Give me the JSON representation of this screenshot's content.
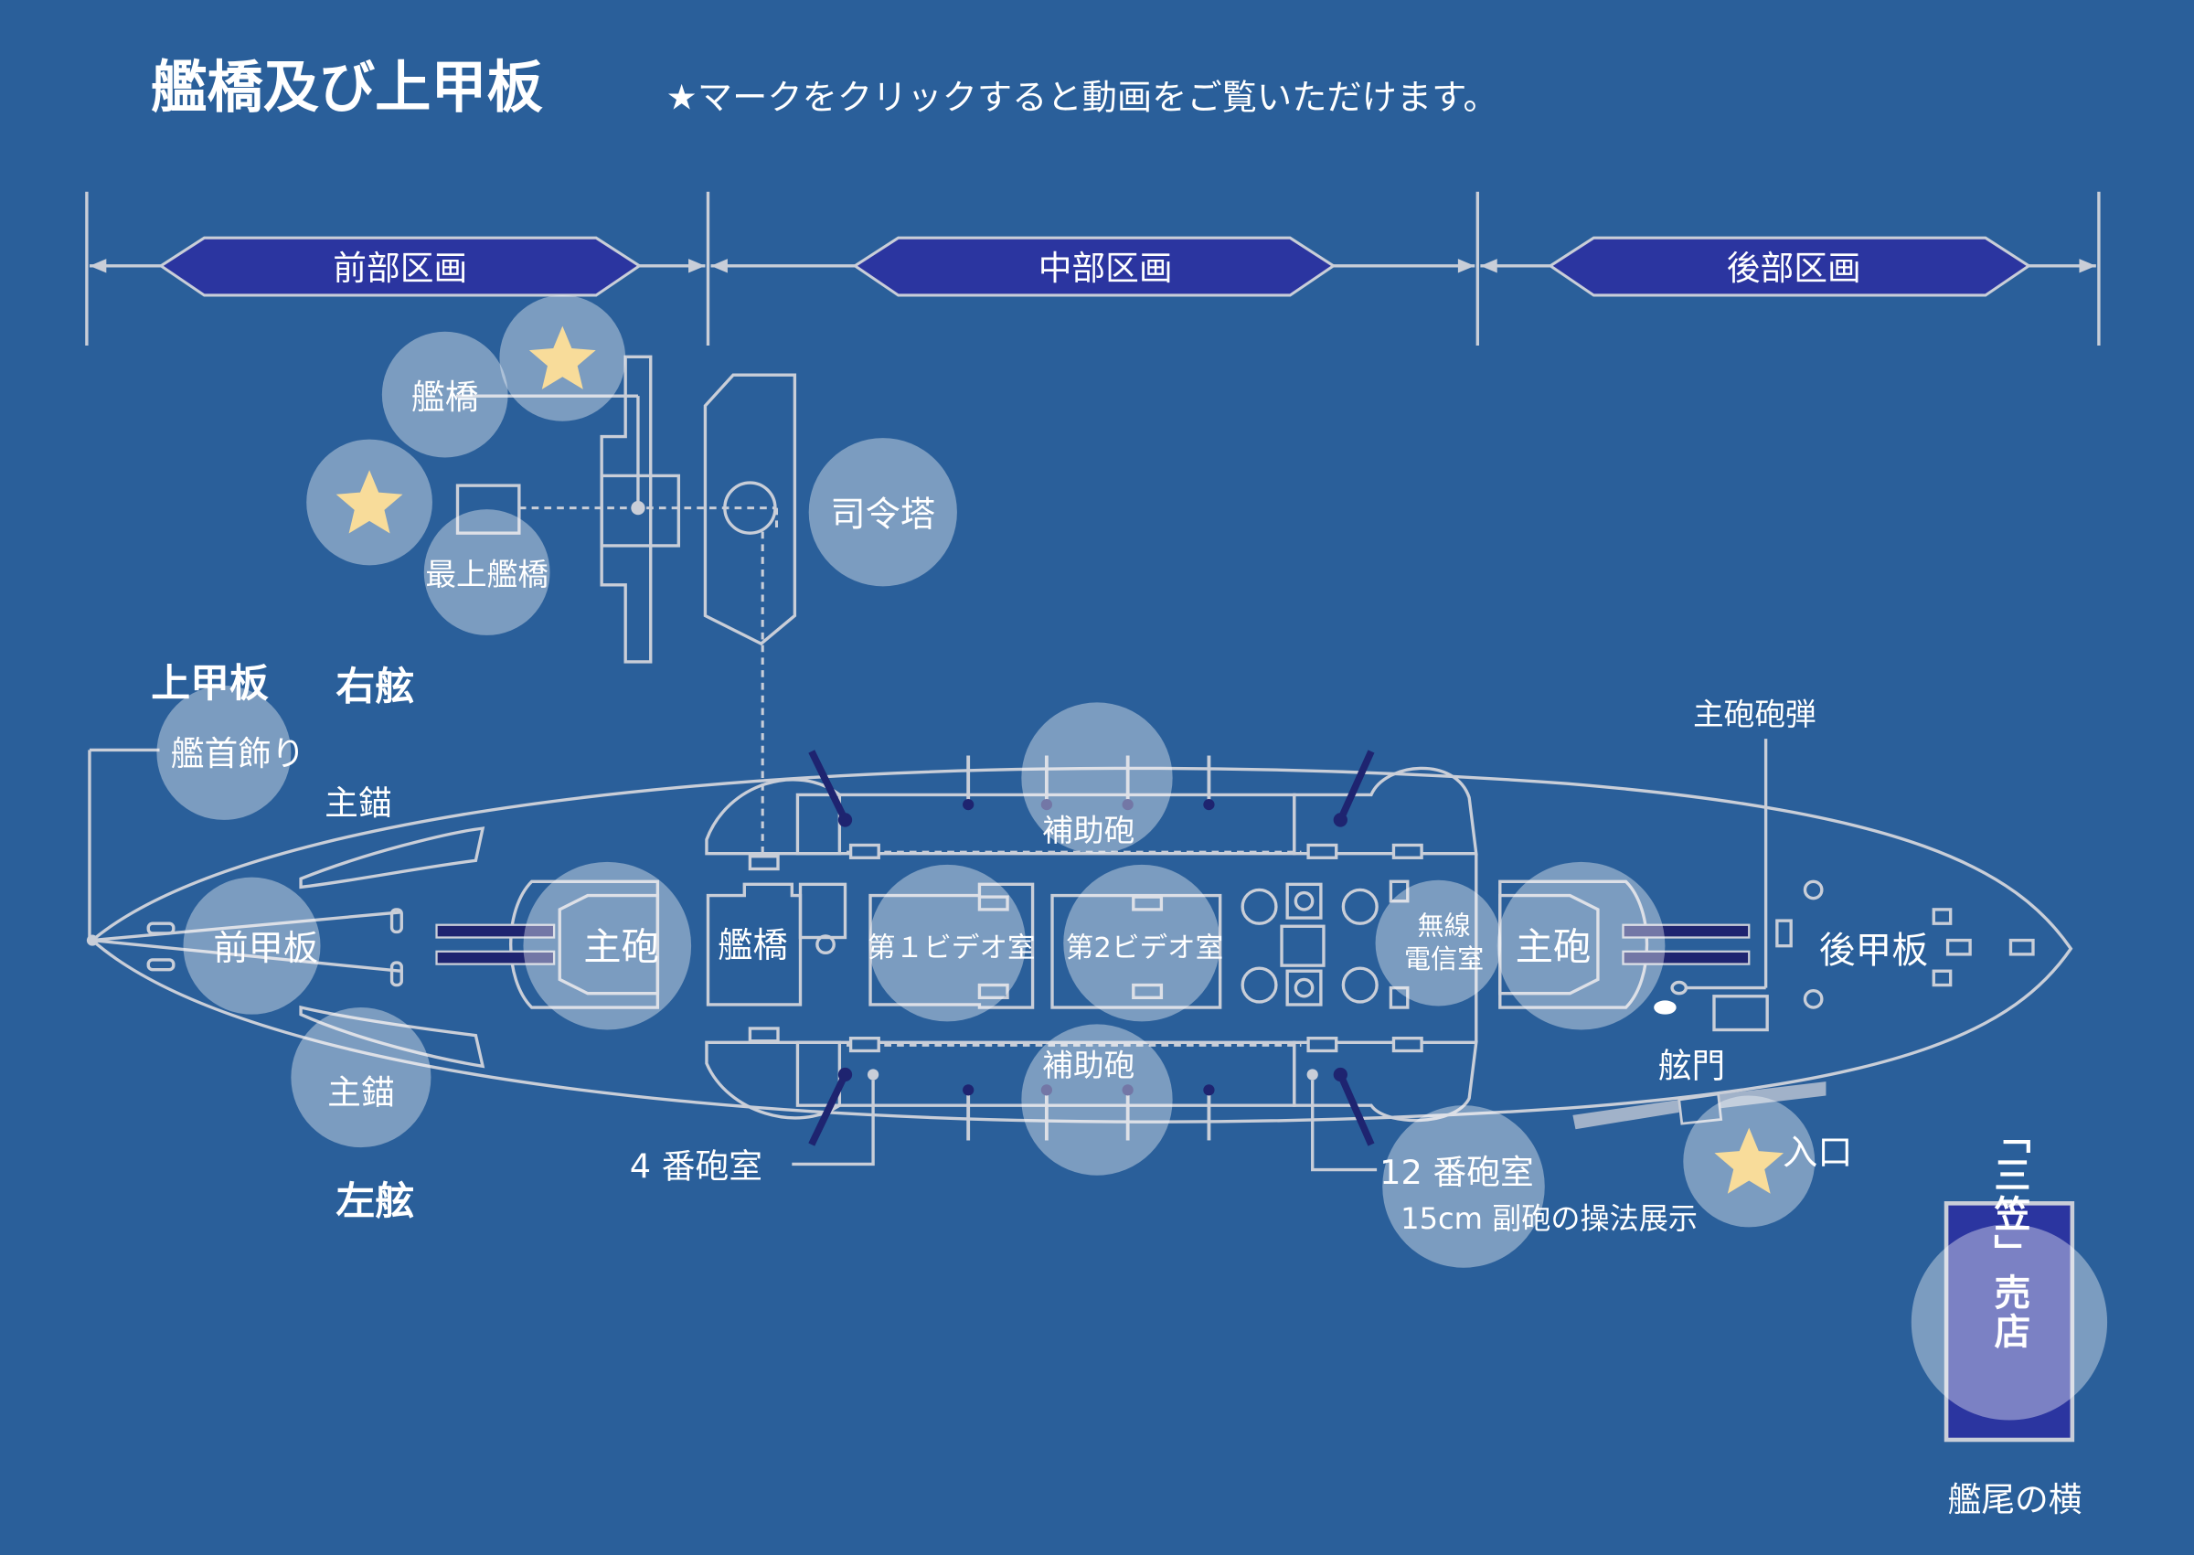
{
  "header": {
    "title": "艦橋及び上甲板",
    "instruction": "★マークをクリックすると動画をご覧いただけます。"
  },
  "sections": [
    {
      "label": "前部区画"
    },
    {
      "label": "中部区画"
    },
    {
      "label": "後部区画"
    }
  ],
  "bridge_view": {
    "bridge": "艦橋",
    "top_bridge": "最上艦橋",
    "conning_tower": "司令塔",
    "side_label": "右舷"
  },
  "deck": {
    "title": "上甲板",
    "starboard": "右舷",
    "port": "左舷",
    "bow_ornament": "艦首飾り",
    "anchor_top": "主錨",
    "anchor_bottom": "主錨",
    "fore_deck": "前甲板",
    "main_gun_fore": "主砲",
    "bridge": "艦橋",
    "video_room_1": "第１ビデオ室",
    "video_room_2": "第2ビデオ室",
    "secondary_gun_top": "補助砲",
    "secondary_gun_bottom": "補助砲",
    "radio_room_line1": "無線",
    "radio_room_line2": "電信室",
    "main_gun_aft": "主砲",
    "aft_deck": "後甲板",
    "shell": "主砲砲弾",
    "gangway": "舷門",
    "entrance": "入口",
    "casemate_4": "4 番砲室",
    "casemate_12": "12 番砲室",
    "casemate_12_sub": "15cm 副砲の操法展示"
  },
  "shop": {
    "label": "「三笠」売店",
    "location": "艦尾の横"
  },
  "colors": {
    "background": "#2a5f9a",
    "section_banner": "#2b35a0",
    "star": "#f8dc9a",
    "bubble": "#ffffff",
    "line": "#c9ced8",
    "gun_barrel": "#1e2470"
  }
}
